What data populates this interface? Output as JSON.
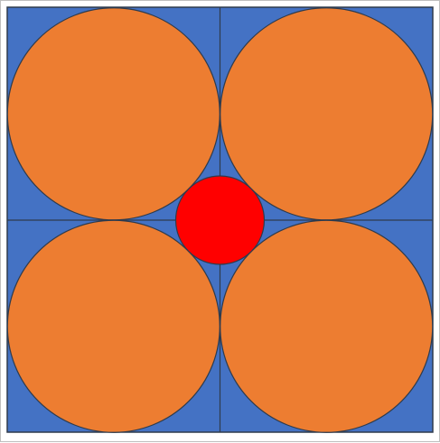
{
  "diagram": {
    "grid": {
      "rows": 2,
      "columns": 2
    },
    "large_circles": 4,
    "small_circles": 1
  },
  "colors": {
    "square_fill": "#4472C4",
    "large_circle_fill": "#ED7D31",
    "small_circle_fill": "#FF0000",
    "stroke": "#2F3B4C"
  }
}
